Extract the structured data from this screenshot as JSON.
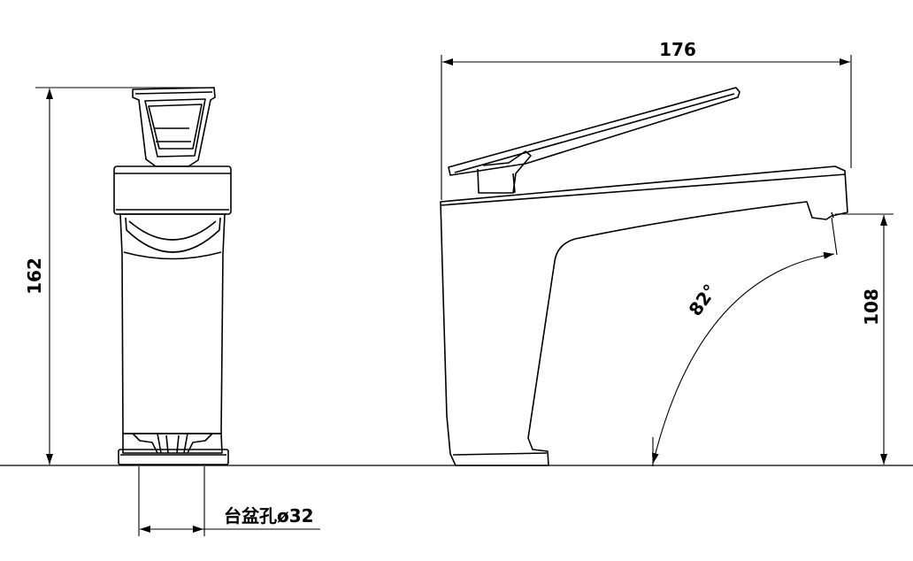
{
  "dimensions": {
    "width": "176",
    "height_total": "162",
    "height_spout": "108",
    "angle": "82°",
    "hole": "台盆孔ø32"
  },
  "colors": {
    "line": "#000000",
    "background": "#ffffff"
  }
}
